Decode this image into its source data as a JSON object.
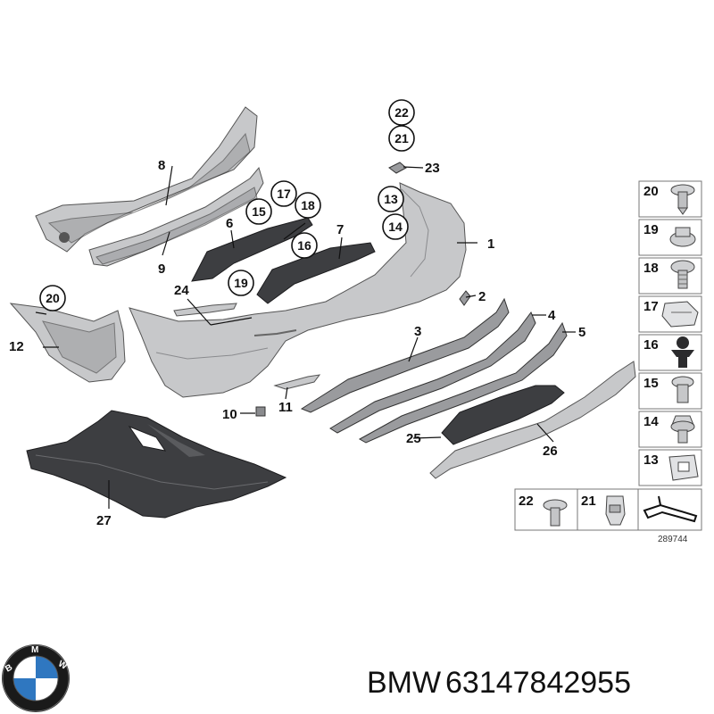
{
  "callouts": {
    "c1": "1",
    "c2": "2",
    "c3": "3",
    "c4": "4",
    "c5": "5",
    "c6": "6",
    "c7": "7",
    "c8": "8",
    "c9": "9",
    "c10": "10",
    "c11": "11",
    "c12": "12",
    "c13": "13",
    "c14": "14",
    "c15": "15",
    "c16": "16",
    "c17": "17",
    "c18": "18",
    "c19": "19",
    "c20": "20",
    "c21": "21",
    "c22": "22",
    "c23": "23",
    "c24": "24",
    "c25": "25",
    "c26": "26",
    "c27": "27"
  },
  "legend": {
    "items": [
      "20",
      "19",
      "18",
      "17",
      "16",
      "15",
      "14",
      "13"
    ],
    "bottom": [
      "22",
      "21"
    ]
  },
  "drawing_id": "289744",
  "caption": {
    "brand": "BMW",
    "part_number": "63147842955"
  },
  "logo": {
    "text": "BMW",
    "colors": {
      "blue": "#2f77c0",
      "ring": "#1a1a1a",
      "white": "#ffffff"
    }
  }
}
